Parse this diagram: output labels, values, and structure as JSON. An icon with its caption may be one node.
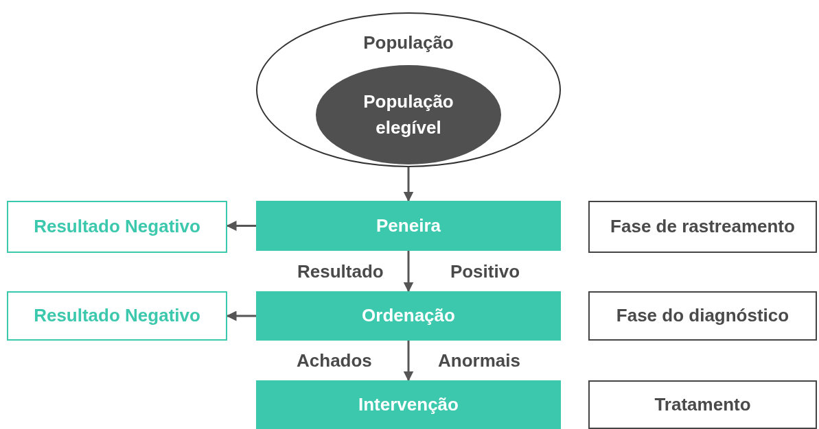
{
  "diagram": {
    "nodes": [
      {
        "text": [
          "População"
        ]
      },
      {
        "text": [
          "População elegível"
        ],
        "in": 0
      },
      {
        "text": [
          "Peneira"
        ]
      },
      {
        "text": [
          "Resultado Negativo"
        ]
      },
      {
        "text": [
          "Fase de rastreamento"
        ]
      },
      {
        "text": [
          "Ordenação"
        ]
      },
      {
        "text": [
          "Resultado Negativo"
        ]
      },
      {
        "text": [
          "Fase do diagnóstico"
        ]
      },
      {
        "text": [
          "Intervenção"
        ]
      },
      {
        "text": [
          "Tratamento"
        ]
      }
    ],
    "edges": [
      {
        "from": 0,
        "to": 2,
        "arrow": "to"
      },
      {
        "from": 2,
        "to": 3,
        "arrow": "to"
      },
      {
        "from": 2,
        "to": 5,
        "arrow": "to",
        "label": "Resultado Positivo"
      },
      {
        "from": 5,
        "to": 6,
        "arrow": "to"
      },
      {
        "from": 5,
        "to": 8,
        "arrow": "to",
        "label": "Achados Anormais"
      }
    ]
  }
}
